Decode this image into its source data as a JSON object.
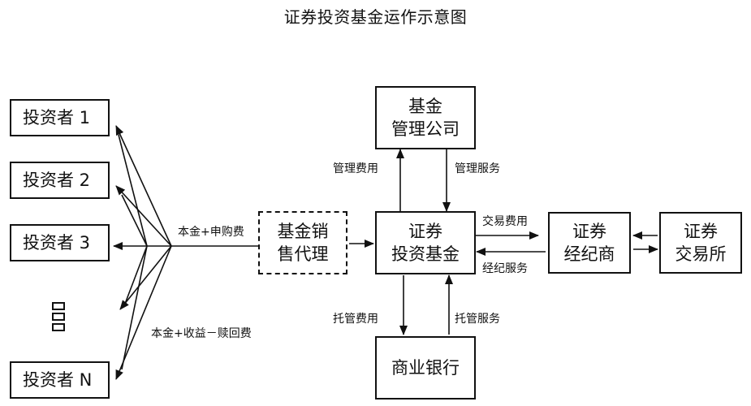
{
  "title": "证券投资基金运作示意图",
  "investors": [
    {
      "label": "投资者 1"
    },
    {
      "label": "投资者 2"
    },
    {
      "label": "投资者 3"
    },
    {
      "label": "投资者 N"
    }
  ],
  "ellipsis": "",
  "sales_agent": {
    "line1": "基金销",
    "line2": "售代理"
  },
  "fund": {
    "line1": "证券",
    "line2": "投资基金"
  },
  "manager": {
    "line1": "基金",
    "line2": "管理公司"
  },
  "bank": {
    "line1": "商业银行"
  },
  "broker": {
    "line1": "证券",
    "line2": "经纪商"
  },
  "exchange": {
    "line1": "证券",
    "line2": "交易所"
  },
  "labels": {
    "principal_subscription": "本金+申购费",
    "principal_return_redemption": "本金+收益－赎回费",
    "management_fee": "管理费用",
    "management_service": "管理服务",
    "trading_fee": "交易费用",
    "brokerage_service": "经纪服务",
    "custody_fee": "托管费用",
    "custody_service": "托管服务"
  }
}
